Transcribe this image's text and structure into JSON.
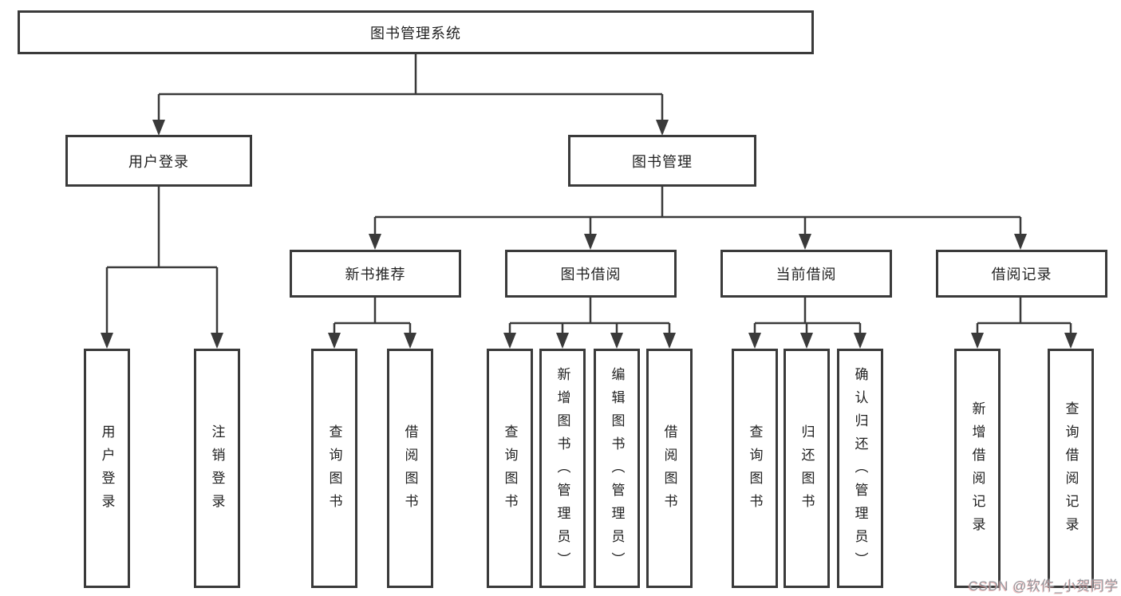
{
  "watermark": {
    "text": "CSDN @软件_小贺同学",
    "color": "#94989e"
  },
  "colors": {
    "background": "#ffffff",
    "box_border": "#3a3a3a",
    "connector_line": "#3a3a3a",
    "text": "#222222"
  },
  "diagram": {
    "type": "tree",
    "orientation": "top-down",
    "root": {
      "label": "图书管理系统",
      "children": [
        {
          "label": "用户登录",
          "children": [
            {
              "label": "用户登录"
            },
            {
              "label": "注销登录"
            }
          ]
        },
        {
          "label": "图书管理",
          "children": [
            {
              "label": "新书推荐",
              "children": [
                {
                  "label": "查询图书"
                },
                {
                  "label": "借阅图书"
                }
              ]
            },
            {
              "label": "图书借阅",
              "children": [
                {
                  "label": "查询图书"
                },
                {
                  "label": "新增图书（管理员）"
                },
                {
                  "label": "编辑图书（管理员）"
                },
                {
                  "label": "借阅图书"
                }
              ]
            },
            {
              "label": "当前借阅",
              "children": [
                {
                  "label": "查询图书"
                },
                {
                  "label": "归还图书"
                },
                {
                  "label": "确认归还（管理员）"
                }
              ]
            },
            {
              "label": "借阅记录",
              "children": [
                {
                  "label": "新增借阅记录"
                },
                {
                  "label": "查询借阅记录"
                }
              ]
            }
          ]
        }
      ]
    }
  }
}
